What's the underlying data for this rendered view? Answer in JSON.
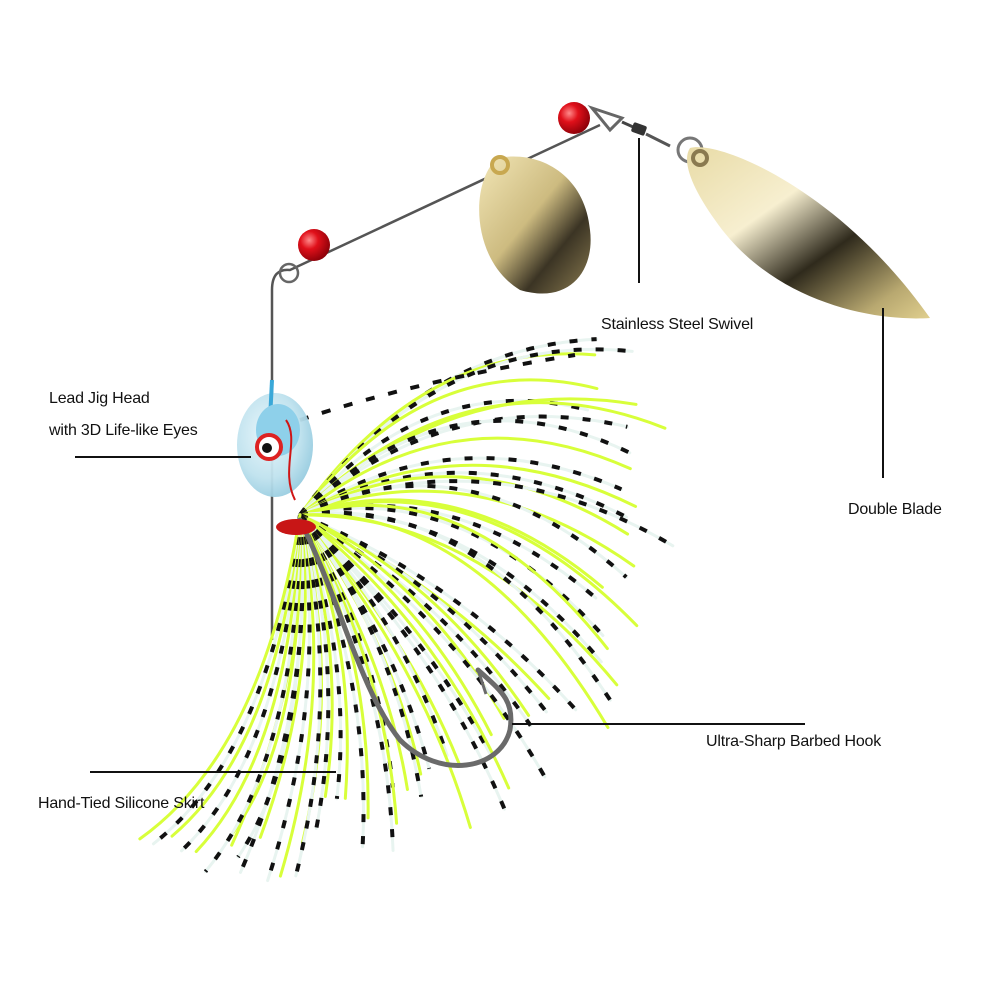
{
  "image": {
    "subject": "spinnerbait fishing lure",
    "background_color": "#ffffff"
  },
  "callouts": {
    "swivel": {
      "label": "Stainless Steel Swivel"
    },
    "blade": {
      "label": "Double Blade"
    },
    "jig_head": {
      "line1": "Lead Jig Head",
      "line2": "with 3D Life-like Eyes"
    },
    "hook": {
      "label": "Ultra-Sharp Barbed Hook"
    },
    "skirt": {
      "label": "Hand-Tied Silicone Skirt"
    }
  },
  "colors": {
    "bead": "#e0101a",
    "blade_gold": "#d9c88a",
    "blade_dark": "#3a3320",
    "wire": "#555555",
    "head_blue": "#7ec8e8",
    "skirt_green": "#d8ff3a",
    "skirt_white": "#e8f4f0",
    "stripe": "#111111",
    "hook": "#666666",
    "leader_line": "#111111"
  }
}
